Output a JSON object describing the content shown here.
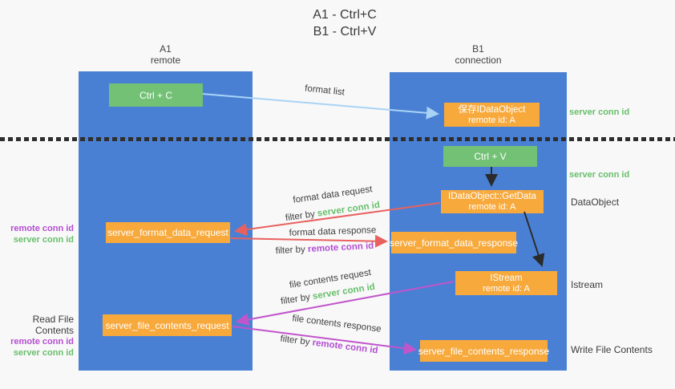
{
  "colors": {
    "lifeline_blue": "#4a80d4",
    "green_box": "#72c175",
    "orange_box": "#f7a93c",
    "green_text": "#67bf6b",
    "purple_text": "#b44ed2",
    "red_arrow": "#e8615f",
    "magenta_arrow": "#c155cb",
    "light_blue_arrow": "#a9d3f5",
    "black_arrow": "#2b2b2b"
  },
  "title": {
    "line1": "A1 - Ctrl+C",
    "line2": "B1 - Ctrl+V"
  },
  "lanes": {
    "left": {
      "name": "A1",
      "role": "remote"
    },
    "right": {
      "name": "B1",
      "role": "connection"
    }
  },
  "nodes": {
    "ctrl_c": {
      "label": "Ctrl + C"
    },
    "ctrl_v": {
      "label": "Ctrl + V"
    },
    "save_dataobject": {
      "line1": "保存IDataObject",
      "line2": "remote id: A"
    },
    "getdata": {
      "line1": "IDataObject::GetData",
      "line2": "remote id: A"
    },
    "istream": {
      "line1": "IStream",
      "line2": "remote id: A"
    },
    "format_request": {
      "label": "server_format_data_request"
    },
    "format_response": {
      "label": "server_format_data_response"
    },
    "file_request": {
      "label": "server_file_contents_request"
    },
    "file_response": {
      "label": "server_file_contents_response"
    }
  },
  "side_labels": {
    "server_conn_id": "server conn id",
    "remote_conn_id": "remote conn id",
    "dataobject": "DataObject",
    "istream": "Istream",
    "read_file_contents": "Read File Contents",
    "write_file_contents": "Write File Contents"
  },
  "arrow_labels": {
    "format_list": "format list",
    "filter_by": "filter by",
    "format_data_request": "format data request",
    "format_data_response": "format data response",
    "file_contents_request": "file contents request",
    "file_contents_response": "file contents response"
  }
}
